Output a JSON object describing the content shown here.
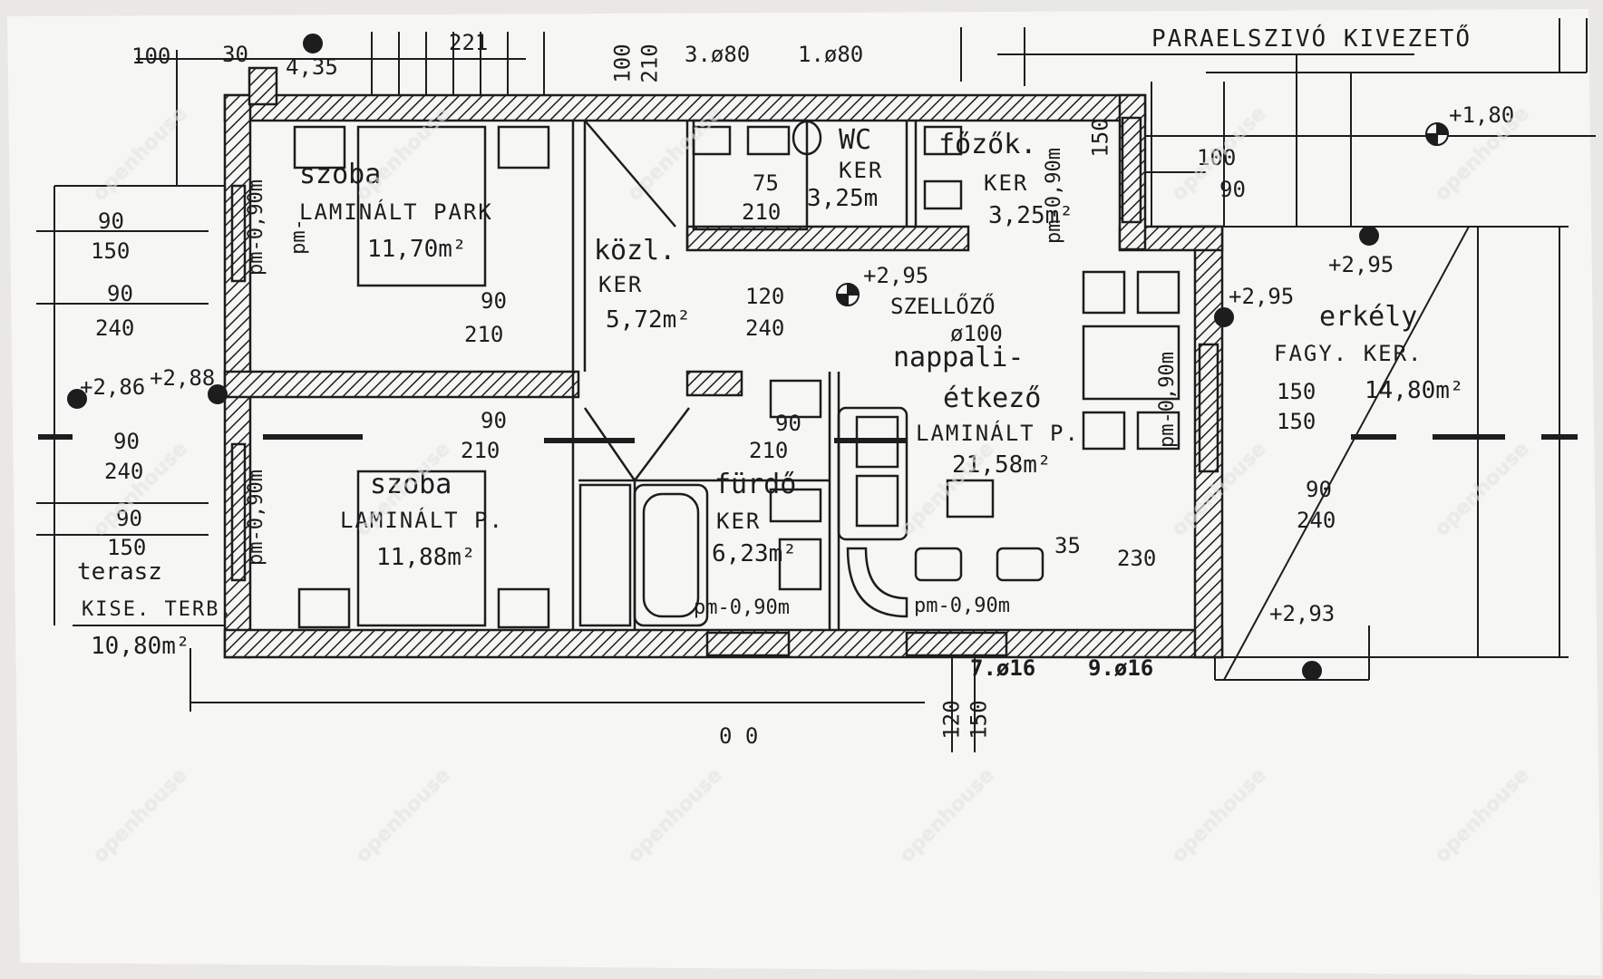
{
  "title_note": "PARAELSZIVÓ KIVEZETŐ",
  "rooms": {
    "szoba1": {
      "name": "szoba",
      "floor": "LAMINÁLT PARK",
      "area": "11,70m²"
    },
    "kozl": {
      "name": "közl.",
      "floor": "KER",
      "area": "5,72m²"
    },
    "wc": {
      "name": "WC",
      "floor": "KER",
      "area": "3,25m"
    },
    "fozo": {
      "name": "főzők.",
      "floor": "KER",
      "area": "3,25m²"
    },
    "nappali": {
      "name": "nappali-",
      "name2": "étkező",
      "floor": "LAMINÁLT P.",
      "area": "21,58m²"
    },
    "szoba2": {
      "name": "szoba",
      "floor": "LAMINÁLT P.",
      "area": "11,88m²"
    },
    "furdo": {
      "name": "fürdő",
      "floor": "KER",
      "area": "6,23m²"
    },
    "erkely": {
      "name": "erkély",
      "floor": "FAGY. KER.",
      "area": "14,80m²"
    },
    "terasz": {
      "name": "terasz",
      "floor": "KISE. TERB.",
      "area": "10,80m²"
    }
  },
  "levels": {
    "l1": "+1,80",
    "l2": "+2,95",
    "l3": "+2,95",
    "l4": "+2,95",
    "l5": "+2,86",
    "l6": "+2,88",
    "l7": "+2,93",
    "l8": "4,35"
  },
  "dims": {
    "d100a": "100",
    "d30": "30",
    "d221": "221",
    "d100v": "100",
    "d210v": "210",
    "d3phi80": "3.ø80",
    "d1phi80": "1.ø80",
    "d150v": "150",
    "d75": "75",
    "d210wc": "210",
    "d90_150a_t": "90",
    "d90_150a_b": "150",
    "d90_240a_t": "90",
    "d90_240a_b": "240",
    "d90_210a_t": "90",
    "d90_210a_b": "210",
    "d120_240_t": "120",
    "d120_240_b": "240",
    "d90_240b_t": "90",
    "d90_240b_b": "240",
    "d90_150b_t": "90",
    "d90_150b_b": "150",
    "d90_210b_t": "90",
    "d90_210b_b": "210",
    "d90_210c_t": "90",
    "d90_210c_b": "210",
    "d100_90_t": "100",
    "d100_90_b": "90",
    "d150_150_t": "150",
    "d150_150_b": "150",
    "d90_240c_t": "90",
    "d90_240c_b": "240",
    "d35": "35",
    "d230": "230",
    "d7phi16": "7.ø16",
    "d9phi16": "9.ø16",
    "d120v": "120",
    "d150v2": "150",
    "d00": "0 0",
    "szellozo": "SZELLŐZŐ",
    "phi100": "ø100"
  },
  "parapets": {
    "p1": "pm-0,90m",
    "p2": "pm-0,90m",
    "p3": "pm-0,90m",
    "p4": "pm-0,90m",
    "p5": "pm-0,90m",
    "p6": "pm-0,90m",
    "p7": "pm-"
  },
  "watermark": "openhouse",
  "colors": {
    "line": "#1d1d1d",
    "paper": "#f6f6f4",
    "background": "#e9e8e4"
  }
}
